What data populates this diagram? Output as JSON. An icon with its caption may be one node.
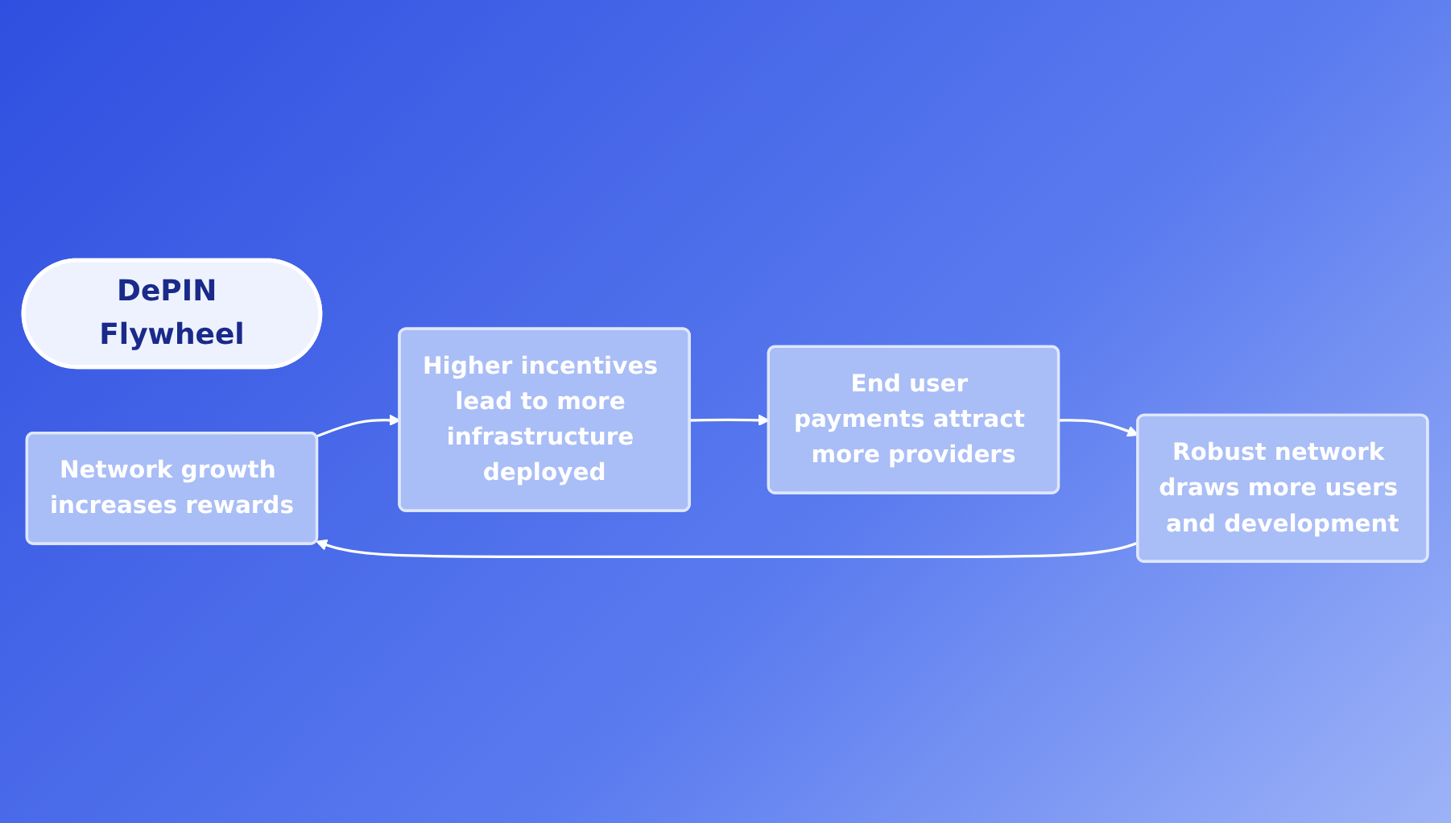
{
  "diagram": {
    "nodes": [
      {
        "text": [
          "DePIN Flywheel"
        ]
      },
      {
        "text": [
          "Network growth increases rewards"
        ]
      },
      {
        "text": [
          "Higher incentives lead to more infrastructure deployed"
        ]
      },
      {
        "text": [
          "End user payments attract more providers"
        ]
      },
      {
        "text": [
          "Robust network draws more users and development"
        ]
      }
    ],
    "edges": [
      {
        "from": 1,
        "to": 2,
        "arrow": "to"
      },
      {
        "from": 2,
        "to": 3,
        "arrow": "to"
      },
      {
        "from": 3,
        "to": 4,
        "arrow": "to"
      },
      {
        "from": 4,
        "to": 1,
        "arrow": "to"
      }
    ]
  }
}
